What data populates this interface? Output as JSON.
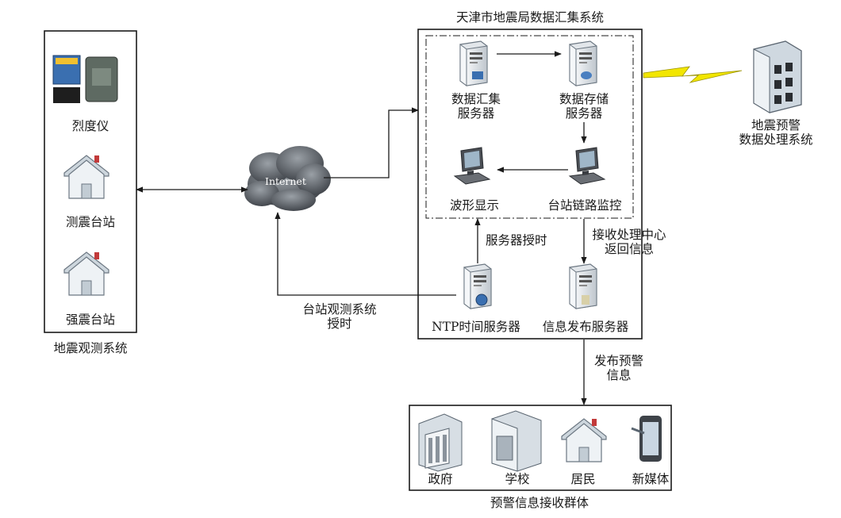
{
  "diagram": {
    "observation_system": {
      "title": "地震观测系统",
      "items": [
        "烈度仪",
        "测震台站",
        "强震台站"
      ]
    },
    "internet": {
      "label": "Internet"
    },
    "collection_system": {
      "title": "天津市地震局数据汇集系统",
      "aggregation_server": [
        "数据汇集",
        "服务器"
      ],
      "storage_server": [
        "数据存储",
        "服务器"
      ],
      "waveform": "波形显示",
      "link_monitor": "台站链路监控",
      "ntp_server": "NTP时间服务器",
      "publish_server": "信息发布服务器"
    },
    "edges": {
      "server_timing": "服务器授时",
      "return_info": [
        "接收处理中心",
        "返回信息"
      ],
      "station_timing": [
        "台站观测系统",
        "授时"
      ],
      "publish_warning": [
        "发布预警",
        "信息"
      ]
    },
    "warning_processing": [
      "地震预警",
      "数据处理系统"
    ],
    "receivers": {
      "title": "预警信息接收群体",
      "items": [
        "政府",
        "学校",
        "居民",
        "新媒体"
      ]
    },
    "colors": {
      "line": "#1a1a1a",
      "lightning": "#f2e600",
      "server_body": "#e2e6ea",
      "house_roof": "#cdd6dd",
      "cloud": "#555a60"
    }
  }
}
